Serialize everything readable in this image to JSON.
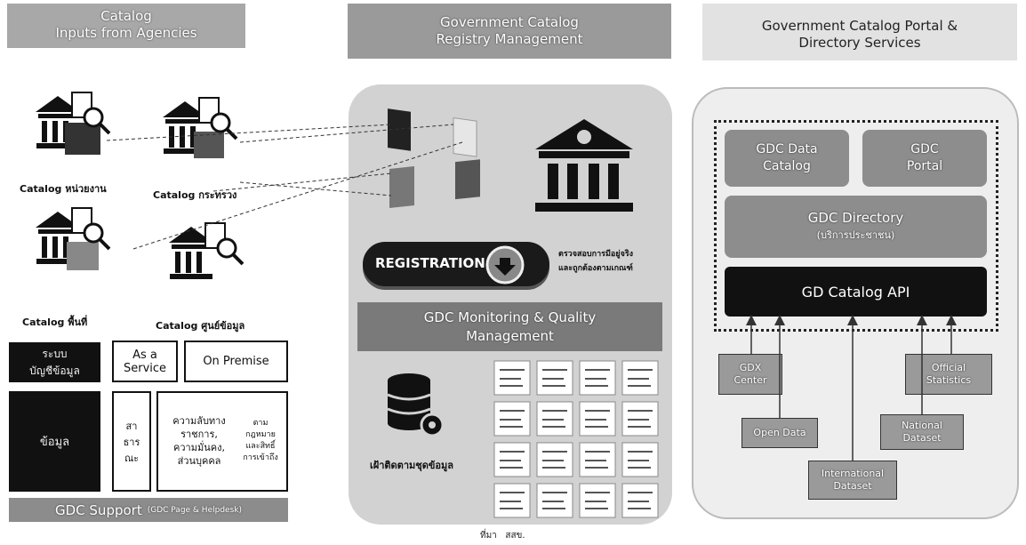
{
  "col1": {
    "header": [
      "Catalog",
      "Inputs from Agencies"
    ],
    "agency_labels": [
      "Catalog หน่วยงาน",
      "Catalog กระทรวง",
      "Catalog พื้นที่",
      "Catalog ศูนย์ข้อมูล"
    ],
    "system_label": "ระบบ\nบัญชีข้อมูล",
    "as_a_service": "As a\nService",
    "on_premise": "On Premise",
    "data_label": "ข้อมูล",
    "public_label": "สา\nธาร\nณะ",
    "secret_label": "ความลับทาง\nราชการ,\nความมั่นคง,\nส่วนบุคคล",
    "law_label": "ตาม\nกฎหมาย\nและสิทธิ์\nการเข้าถึง",
    "support_main": "GDC Support",
    "support_sub": "(GDC Page & Helpdesk)"
  },
  "col2": {
    "header": [
      "Government Catalog",
      "Registry Management"
    ],
    "registration": "REGISTRATION",
    "verify_text": "ตรวจสอบการมีอยู่จริง\nและถูกต้องตามเกณฑ์",
    "monitoring": "GDC Monitoring & Quality\nManagement",
    "tracking": "เฝ้าติดตามชุดข้อมูล"
  },
  "col3": {
    "header": [
      "Government Catalog Portal &",
      "Directory Services"
    ],
    "data_catalog": "GDC Data\nCatalog",
    "portal": "GDC\nPortal",
    "directory": "GDC Directory",
    "directory_sub": "(บริการประชาชน)",
    "api": "GD Catalog API",
    "gdx": "GDX\nCenter",
    "official": "Official\nStatistics",
    "open_data": "Open Data",
    "national": "National\nDataset",
    "international": "International\nDataset"
  },
  "footer": "ที่มา   สสข.",
  "colors": {
    "header_grey": "#a8a8a8",
    "panel_grey": "#d4d4d4",
    "box_grey": "#8d8d8d",
    "black": "#111111"
  }
}
